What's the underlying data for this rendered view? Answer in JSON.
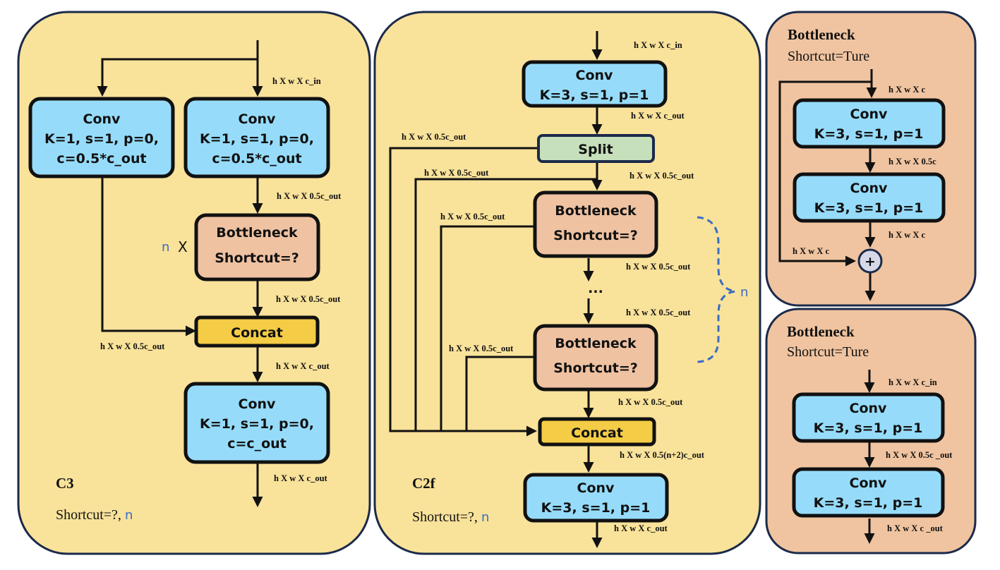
{
  "c3": {
    "title": "C3",
    "subtitle": "Shortcut=?, ",
    "n": "n",
    "x_mark": "X",
    "conv_left": [
      "Conv",
      "K=1, s=1, p=0,",
      "c=0.5*c_out"
    ],
    "conv_right": [
      "Conv",
      "K=1, s=1, p=0,",
      "c=0.5*c_out"
    ],
    "bottleneck": [
      "Bottleneck",
      "Shortcut=?"
    ],
    "concat": "Concat",
    "conv_out": [
      "Conv",
      "K=1, s=1, p=0,",
      "c=c_out"
    ],
    "dims": {
      "in": "h X w  X c_in",
      "after_conv": "h X w  X 0.5c_out",
      "after_bneck": "h X w  X 0.5c_out",
      "left_branch": "h X w  X 0.5c_out",
      "after_concat": "h X w  X c_out",
      "out": "h X w  X c_out"
    }
  },
  "c2f": {
    "title": "C2f",
    "subtitle": "Shortcut=?, ",
    "n": "n",
    "ellipsis": "...",
    "conv_in": [
      "Conv",
      "K=3, s=1, p=1"
    ],
    "split": "Split",
    "bottleneck1": [
      "Bottleneck",
      "Shortcut=?"
    ],
    "bottleneck2": [
      "Bottleneck",
      "Shortcut=?"
    ],
    "concat": "Concat",
    "conv_out": [
      "Conv",
      "K=3, s=1, p=1"
    ],
    "dims": {
      "in": "h X w  X c_in",
      "after_conv": "h X w  X c_out",
      "split_branch": "h X w  X 0.5c_out",
      "split_down": "h X w  X 0.5c_out",
      "branch2": "h X w  X 0.5c_out",
      "branch3": "h X w  X 0.5c_out",
      "after_b1": "h X w  X 0.5c_out",
      "before_b2": "h X w  X 0.5c_out",
      "branch4": "h X w  X 0.5c_out",
      "after_b2": "h X w  X 0.5c_out",
      "after_concat": "h X w  X 0.5(n+2)c_out",
      "out": "h X w  X c_out"
    }
  },
  "bottleneck_true": {
    "title": "Bottleneck",
    "subtitle": "Shortcut=Ture",
    "conv1": [
      "Conv",
      "K=3, s=1, p=1"
    ],
    "conv2": [
      "Conv",
      "K=3, s=1, p=1"
    ],
    "plus": "+",
    "dims": {
      "in": "h X w  X c",
      "mid": "h X w  X 0.5c",
      "after": "h X w  X c",
      "skip": "h X w  X c"
    }
  },
  "bottleneck_false": {
    "title": "Bottleneck",
    "subtitle": "Shortcut=Ture",
    "conv1": [
      "Conv",
      "K=3, s=1, p=1"
    ],
    "conv2": [
      "Conv",
      "K=3, s=1, p=1"
    ],
    "dims": {
      "in": "h X w  X c_in",
      "mid": "h X w  X 0.5c _out",
      "out": "h X w  X c _out"
    }
  },
  "colors": {
    "panel_yellow": "#f9e29a",
    "panel_orange": "#f0c4a0",
    "conv": "#96dcfa",
    "bottleneck": "#efc2a2",
    "concat": "#f4cc45",
    "split": "#c6e0bc",
    "accent_blue": "#3a6cc4"
  }
}
